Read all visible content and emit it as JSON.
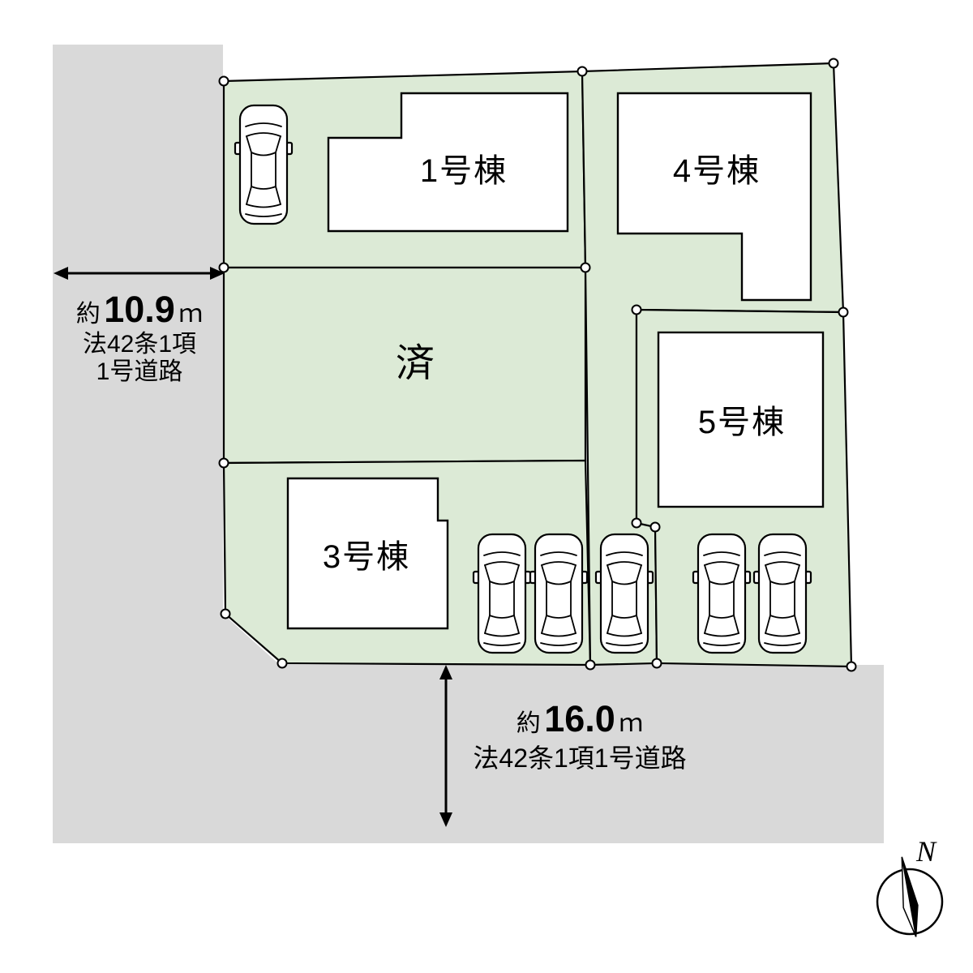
{
  "site": {
    "lots": [
      {
        "name": "lot-1",
        "label": "1号棟"
      },
      {
        "name": "lot-4",
        "label": "4号棟"
      },
      {
        "name": "lot-sold",
        "label": "済"
      },
      {
        "name": "lot-5",
        "label": "5号棟"
      },
      {
        "name": "lot-3",
        "label": "3号棟"
      }
    ],
    "dimensions": {
      "west_road": {
        "approx": "約",
        "value": "10.9",
        "unit": "ｍ",
        "law_line1": "法42条1項",
        "law_line2": "1号道路"
      },
      "south_road": {
        "approx": "約",
        "value": "16.0",
        "unit": "ｍ",
        "law_line": "法42条1項1号道路"
      }
    },
    "compass": {
      "north_label": "N"
    },
    "colors": {
      "road_gray": "#d9d9d9",
      "lot_green": "#dcead6",
      "building_white": "#ffffff",
      "line_black": "#000000"
    }
  }
}
